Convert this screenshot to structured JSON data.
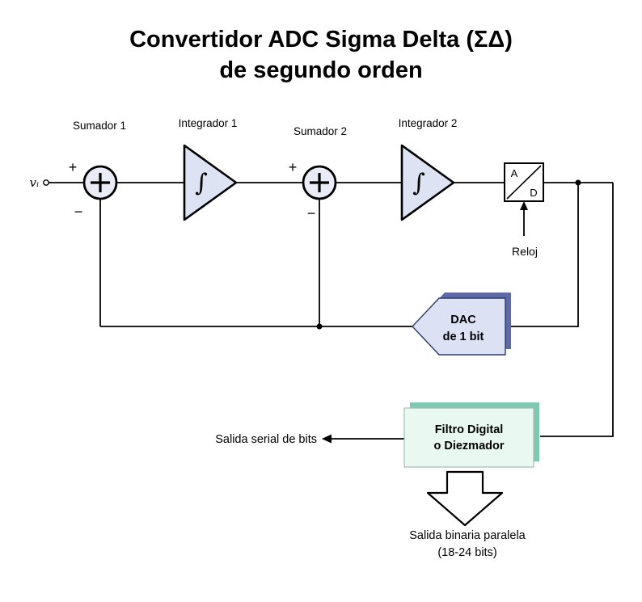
{
  "title": {
    "line1": "Convertidor ADC Sigma Delta (ΣΔ)",
    "line2": "de segundo orden"
  },
  "input": {
    "label": "vᵢ"
  },
  "blocks": {
    "sumador1": "Sumador 1",
    "integrador1": "Integrador 1",
    "sumador2": "Sumador 2",
    "integrador2": "Integrador 2",
    "plus": "+",
    "minus": "−",
    "integral": "∫",
    "adc": {
      "a": "A",
      "d": "D"
    },
    "reloj": "Reloj",
    "dac": {
      "line1": "DAC",
      "line2": "de 1 bit"
    },
    "filtro": {
      "line1": "Filtro Digital",
      "line2": "o Diezmador"
    }
  },
  "outputs": {
    "serial": "Salida serial de bits",
    "paralela_line1": "Salida binaria paralela",
    "paralela_line2": "(18-24 bits)"
  },
  "colors": {
    "title": "#1722D9",
    "summer_fill": "#e9ecf6",
    "block_fill": "#dde3f2",
    "dac_fill": "#dce2f4",
    "dac_shadow": "#5d6aa8",
    "dac_stroke": "#2e3a66",
    "filtro_fill": "#e9f9f2",
    "filtro_shadow": "#7fc9b3",
    "filtro_stroke": "#a9b8b2",
    "line": "#000000"
  }
}
